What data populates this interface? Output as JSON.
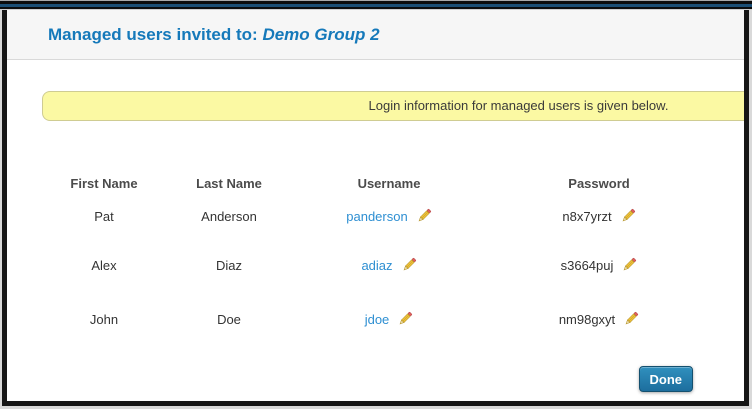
{
  "header": {
    "title_prefix": "Managed users invited to: ",
    "group_name": "Demo Group 2"
  },
  "alert": {
    "message": "Login information for managed users is given below."
  },
  "table": {
    "headers": [
      "First Name",
      "Last Name",
      "Username",
      "Password"
    ],
    "rows": [
      {
        "first_name": "Pat",
        "last_name": "Anderson",
        "username": "panderson",
        "password": "n8x7yrzt"
      },
      {
        "first_name": "Alex",
        "last_name": "Diaz",
        "username": "adiaz",
        "password": "s3664puj"
      },
      {
        "first_name": "John",
        "last_name": "Doe",
        "username": "jdoe",
        "password": "nm98gxyt"
      }
    ]
  },
  "footer": {
    "done_label": "Done"
  },
  "icons": {
    "edit": "pencil-icon"
  },
  "colors": {
    "title_blue": "#1579ba",
    "link_blue": "#2e8fd2",
    "alert_bg": "#fbf9a3",
    "alert_border": "#cfcc92",
    "button_blue": "#20719f",
    "pencil_gold": "#f0c33c"
  }
}
